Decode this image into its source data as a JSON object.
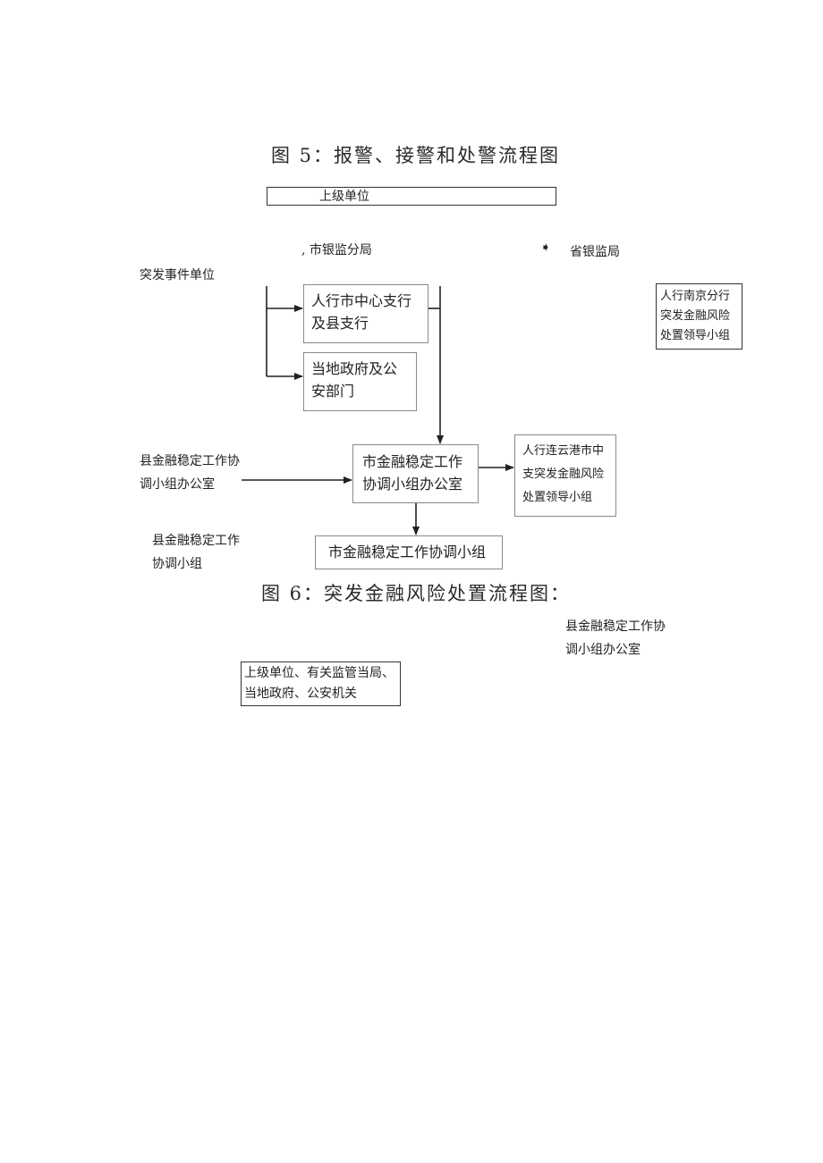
{
  "figure5": {
    "title": "图 5：报警、接警和处警流程图",
    "nodes": {
      "superior_unit": "上级单位",
      "city_cbrc": ", 市银监分局",
      "provincial_cbrc": "省银监局",
      "emergency_unit": "突发事件单位",
      "pboc_nanjing_line1": "人行南京分行",
      "pboc_nanjing_line2": "突发金融风险",
      "pboc_nanjing_line3": "处置领导小组",
      "pboc_city_center": "人行市中心支行及县支行",
      "local_gov_police": "当地政府及公安部门",
      "county_office": "县金融稳定工作协调小组办公室",
      "city_office": "市金融稳定工作协调小组办公室",
      "pboc_lyg": "人行连云港市中支突发金融风险处置领导小组",
      "county_group": "县金融稳定工作协调小组",
      "city_group": "市金融稳定工作协调小组"
    }
  },
  "figure6": {
    "title": "图 6：突发金融风险处置流程图：",
    "nodes": {
      "county_office": "县金融稳定工作协调小组办公室",
      "superior_etc": "上级单位、有关监管当局、当地政府、公安机关"
    }
  }
}
